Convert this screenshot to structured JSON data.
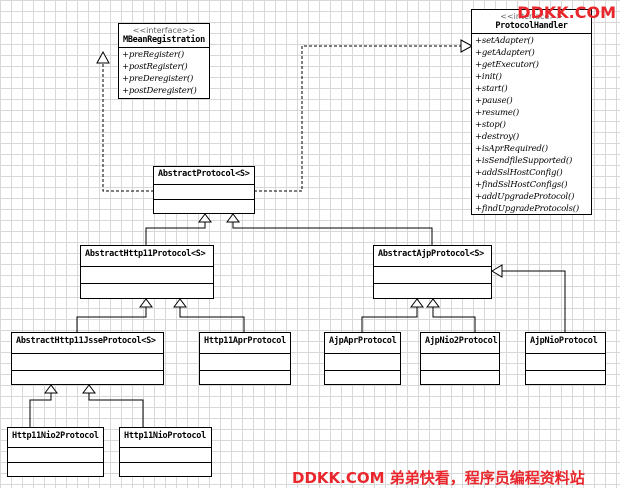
{
  "watermark_top": "DDKK.COM",
  "watermark_bottom": "DDKK.COM 弟弟快看，程序员编程资料站",
  "stereotype": "<<interface>>",
  "interfaces": {
    "mbean": {
      "name": "MBeanRegistration",
      "ops": [
        "+preRegister()",
        "+postRegister()",
        "+preDeregister()",
        "+postDeregister()"
      ]
    },
    "handler": {
      "name": "ProtocolHandler",
      "ops": [
        "+setAdapter()",
        "+getAdapter()",
        "+getExecutor()",
        "+init()",
        "+start()",
        "+pause()",
        "+resume()",
        "+stop()",
        "+destroy()",
        "+isAprRequired()",
        "+isSendfileSupported()",
        "+addSslHostConfig()",
        "+findSslHostConfigs()",
        "+addUpgradeProtocol()",
        "+findUpgradeProtocols()"
      ]
    }
  },
  "classes": {
    "abstract_protocol": "AbstractProtocol<S>",
    "abstract_http11": "AbstractHttp11Protocol<S>",
    "abstract_ajp": "AbstractAjpProtocol<S>",
    "abstract_http11_jsse": "AbstractHttp11JsseProtocol<S>",
    "http11_apr": "Http11AprProtocol",
    "ajp_apr": "AjpAprProtocol",
    "ajp_nio2": "AjpNio2Protocol",
    "ajp_nio": "AjpNioProtocol",
    "http11_nio2": "Http11Nio2Protocol",
    "http11_nio": "Http11NioProtocol"
  }
}
